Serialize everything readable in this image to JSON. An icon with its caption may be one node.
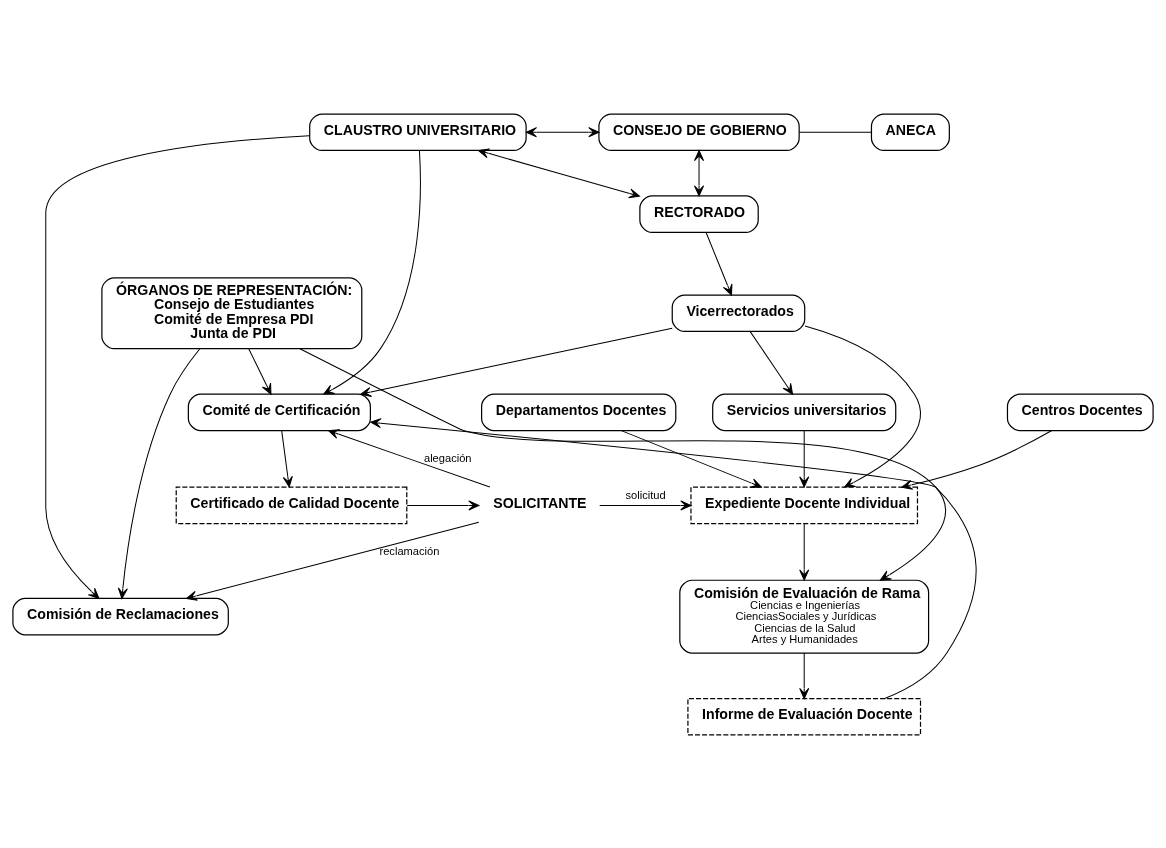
{
  "diagram": {
    "nodes": [
      {
        "text": [
          "ÓRGANOS DE REPRESENTACIÓN:",
          "Consejo de Estudiantes",
          "Comité de Empresa PDI",
          "Junta de PDI"
        ]
      },
      {
        "text": [
          "CLAUSTRO UNIVERSITARIO"
        ]
      },
      {
        "text": [
          "CONSEJO DE GOBIERNO"
        ]
      },
      {
        "text": [
          "ANECA"
        ]
      },
      {
        "text": [
          "RECTORADO"
        ]
      },
      {
        "text": [
          "Vicerrectorados"
        ]
      },
      {
        "text": [
          "Comité de Certificación"
        ]
      },
      {
        "text": [
          "Comisión de Reclamaciones"
        ]
      },
      {
        "text": [
          "Comisión de Evaluación de Rama",
          "Ciencias e Ingenierías",
          "CienciasSociales y Jurídicas",
          "Ciencias de la Salud",
          "Artes y Humanidades"
        ]
      },
      {
        "text": [
          "Servicios universitarios"
        ]
      },
      {
        "text": [
          "Certificado de Calidad Docente"
        ]
      },
      {
        "text": [
          "SOLICITANTE"
        ]
      },
      {
        "text": [
          "Expediente Docente Individual"
        ]
      },
      {
        "text": [
          "Informe de Evaluación Docente"
        ]
      },
      {
        "text": [
          "Centros Docentes"
        ]
      },
      {
        "text": [
          "Departamentos Docentes"
        ]
      }
    ],
    "edges": [
      {
        "from": 0,
        "to": 8,
        "arrow": "to"
      },
      {
        "from": 1,
        "to": 2,
        "arrow": "both"
      },
      {
        "from": 2,
        "to": 3,
        "arrow": "none"
      },
      {
        "from": 1,
        "to": 4,
        "arrow": "both"
      },
      {
        "from": 2,
        "to": 4,
        "arrow": "both"
      },
      {
        "from": 0,
        "to": 6,
        "arrow": "to"
      },
      {
        "from": 0,
        "to": 7,
        "arrow": "to"
      },
      {
        "from": 1,
        "to": 6,
        "arrow": "to"
      },
      {
        "from": 1,
        "to": 7,
        "arrow": "to"
      },
      {
        "from": 4,
        "to": 5,
        "arrow": "to"
      },
      {
        "from": 5,
        "to": 6,
        "arrow": "to"
      },
      {
        "from": 5,
        "to": 9,
        "arrow": "to"
      },
      {
        "from": 5,
        "to": 12,
        "arrow": "to"
      },
      {
        "from": 9,
        "to": 12,
        "arrow": "to"
      },
      {
        "from": 6,
        "to": 10,
        "arrow": "to"
      },
      {
        "from": 11,
        "to": 6,
        "label": "alegación",
        "arrow": "to"
      },
      {
        "from": 11,
        "to": 7,
        "label": "reclamación",
        "arrow": "to"
      },
      {
        "from": 10,
        "to": 11,
        "arrow": "to"
      },
      {
        "from": 11,
        "to": 12,
        "label": "solicitud",
        "arrow": "to"
      },
      {
        "from": 12,
        "to": 8,
        "arrow": "to"
      },
      {
        "from": 14,
        "to": 12,
        "arrow": "to"
      },
      {
        "from": 15,
        "to": 12,
        "arrow": "to"
      },
      {
        "from": 8,
        "to": 13,
        "arrow": "to"
      },
      {
        "from": 13,
        "to": 6,
        "arrow": "to"
      }
    ]
  }
}
